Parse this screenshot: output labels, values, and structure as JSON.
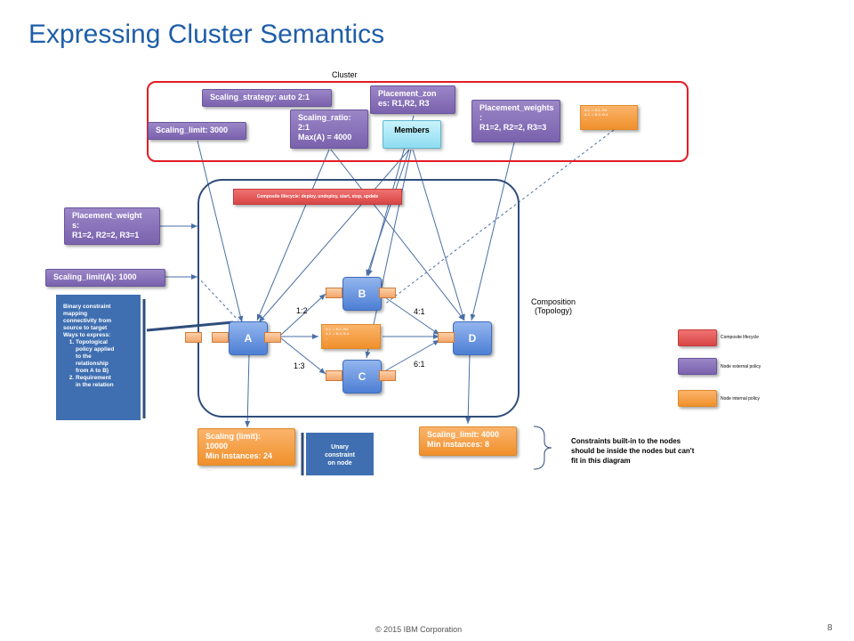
{
  "title": "Expressing Cluster Semantics",
  "cluster_label": "Cluster",
  "composition_label": [
    "Composition",
    "(Topology)"
  ],
  "cluster_boxes": {
    "scaling_strategy": "Scaling_strategy: auto 2:1",
    "placement_zones": [
      "Placement_zon",
      "es: R1,R2, R3"
    ],
    "scaling_limit": "Scaling_limit: 3000",
    "scaling_ratio": [
      "Scaling_ratio:",
      "2:1",
      "Max(A) = 4000"
    ],
    "members": "Members",
    "placement_weights": [
      "Placement_weights",
      ":",
      "R1=2, R2=2, R3=3"
    ],
    "mapping_small": [
      "A.1 -> B.1, B4",
      "A.2 -> B.3, B.4",
      "..."
    ]
  },
  "composite_lifecycle": "Composite lifecycle: deploy, undeploy, start, stop, update",
  "left_boxes": {
    "placement_weights": [
      "Placement_weight",
      "s:",
      "R1=2, R2=2, R3=1"
    ],
    "scaling_limit_a": "Scaling_limit(A): 1000"
  },
  "binary_constraint": {
    "intro": [
      "Binary constraint",
      "mapping",
      "connectivity from",
      "source to target",
      "Ways to express:"
    ],
    "items": [
      [
        "Topological",
        "policy applied",
        "to the",
        "relationship",
        "from A to B)"
      ],
      [
        "Requirement",
        "in the relation"
      ]
    ]
  },
  "nodes": {
    "a": "A",
    "b": "B",
    "c": "C",
    "d": "D"
  },
  "ratios": {
    "a_b": "1:2",
    "a_c": "1:3",
    "b_d": "4:1",
    "c_d": "6:1"
  },
  "center_mapping": [
    "A.1 -> B.1, B4",
    "A.2 -> B.3, B.4",
    "..."
  ],
  "bottom_boxes": {
    "scaling_limit_left": [
      "Scaling (limit):",
      "10000",
      "Min instances: 24"
    ],
    "scaling_limit_left_tail": "...",
    "unary": [
      "Unary",
      "constraint",
      "on node"
    ],
    "scaling_limit_right": [
      "Scaling_limit: 4000",
      "Min instances: 8"
    ]
  },
  "constraints_note": [
    "Constraints built-in to the nodes",
    "should be inside the nodes but can't",
    "fit in this diagram"
  ],
  "legend": {
    "items": [
      {
        "label": "Composite lifecycle",
        "color": "#e05a5a"
      },
      {
        "label": "Node external policy",
        "color": "#8a73bb"
      },
      {
        "label": "Node internal policy",
        "color": "#f5a04a"
      }
    ]
  },
  "footer": "© 2015 IBM Corporation",
  "page_number": "8",
  "colors": {
    "title": "#1f5ea8",
    "cluster_border": "#e41c24",
    "composition_border": "#2e4d7b",
    "connector": "#4a6fa5"
  }
}
